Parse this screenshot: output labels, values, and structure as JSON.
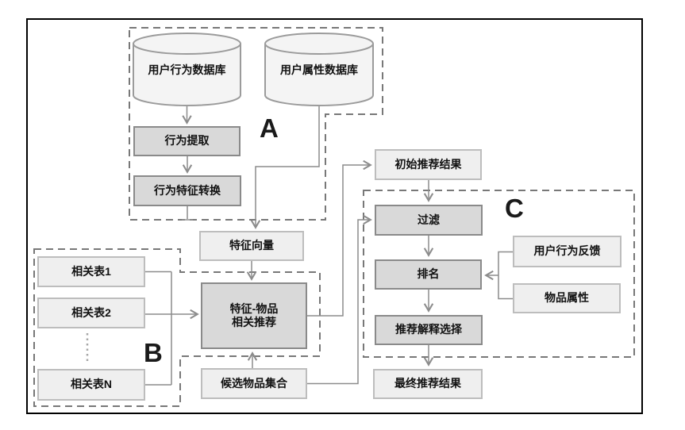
{
  "diagram_title": "recommendation-pipeline-flowchart",
  "section_labels": {
    "a": "A",
    "b": "B",
    "c": "C"
  },
  "nodes": {
    "db_behavior": "用户行为数据库",
    "db_attribute": "用户属性数据库",
    "behavior_extract": "行为提取",
    "behavior_transform": "行为特征转换",
    "feature_vector": "特征向量",
    "feature_item_recommend": "特征-物品\n相关推荐",
    "candidate_items": "候选物品集合",
    "rel_table_1": "相关表1",
    "rel_table_2": "相关表2",
    "rel_table_n": "相关表N",
    "initial_result": "初始推荐结果",
    "filter": "过滤",
    "rank": "排名",
    "explain_select": "推荐解释选择",
    "final_result": "最终推荐结果",
    "user_feedback": "用户行为反馈",
    "item_attribute": "物品属性"
  },
  "colors": {
    "frame": "#000000",
    "passive_fill": "#efefef",
    "passive_border": "#bdbdbd",
    "process_fill": "#d9d9d9",
    "process_border": "#8a8a8a",
    "cylinder_fill": "#f4f4f4",
    "cylinder_border": "#9b9b9b",
    "dashed_outline": "#787878",
    "connector": "#8c8c8c",
    "text": "#111111"
  }
}
